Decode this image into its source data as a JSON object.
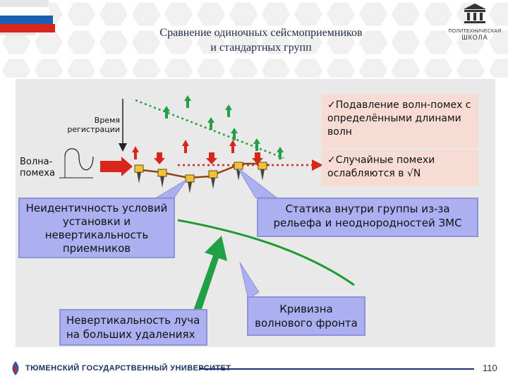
{
  "header": {
    "title_line1": "Сравнение  одиночных сейсмоприемников",
    "title_line2": "и стандартных групп",
    "logo_caption": "ПОЛИТЕХНИЧЕСКАЯ",
    "logo_sub": "ШКОЛА"
  },
  "diagram": {
    "time_label": "Время регистрации",
    "wave_label_1": "Волна-",
    "wave_label_2": "помеха",
    "pink_box_1": "✓Подавление волн-помех с определёнными длинами волн",
    "pink_box_2": "✓Случайные помехи ослабляются в √N",
    "blue_box_1": "Неидентичность условий установки и невертикальность приемников",
    "blue_box_2": "Статика внутри группы из-за рельефа и неоднородностей ЗМС",
    "blue_box_3": "Невертикальность луча на больших удалениях",
    "blue_box_4": "Кривизна волнового фронта"
  },
  "footer": {
    "university": "ТЮМЕНСКИЙ ГОСУДАРСТВЕННЫЙ УНИВЕРСИТЕТ",
    "page_number": "110"
  },
  "colors": {
    "accent_red": "#d9261c",
    "green": "#22a045",
    "blue_box": "#aab0f0",
    "pink_box": "#f7dcd3",
    "brown_line": "#8b4513",
    "footer_navy": "#1b2f6a"
  }
}
